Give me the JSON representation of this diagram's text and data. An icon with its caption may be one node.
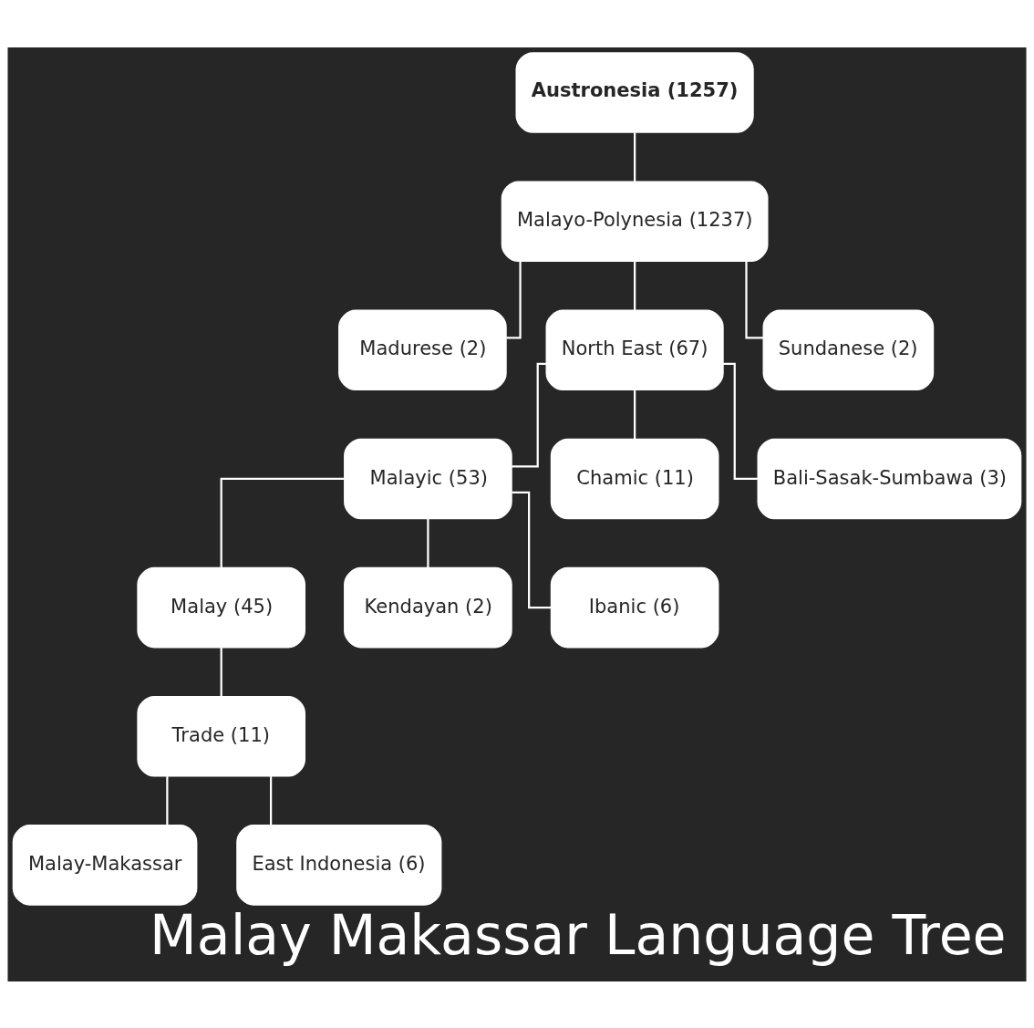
{
  "diagram": {
    "title": "Malay Makassar Language Tree",
    "nodes": [
      {
        "text": [
          "Austronesia (1257)"
        ]
      },
      {
        "text": [
          "Malayo-Polynesia (1237)"
        ]
      },
      {
        "text": [
          "Madurese (2)"
        ]
      },
      {
        "text": [
          "North East (67)"
        ]
      },
      {
        "text": [
          "Sundanese (2)"
        ]
      },
      {
        "text": [
          "Malayic (53)"
        ]
      },
      {
        "text": [
          "Chamic (11)"
        ]
      },
      {
        "text": [
          "Bali-Sasak-Sumbawa (3)"
        ]
      },
      {
        "text": [
          "Malay (45)"
        ]
      },
      {
        "text": [
          "Kendayan (2)"
        ]
      },
      {
        "text": [
          "Ibanic (6)"
        ]
      },
      {
        "text": [
          "Trade (11)"
        ]
      },
      {
        "text": [
          "Malay-Makassar"
        ]
      },
      {
        "text": [
          "East Indonesia (6)"
        ]
      }
    ],
    "edges": [
      {
        "from": 0,
        "to": 1,
        "arrow": "none"
      },
      {
        "from": 1,
        "to": 2,
        "arrow": "none"
      },
      {
        "from": 1,
        "to": 3,
        "arrow": "none"
      },
      {
        "from": 1,
        "to": 4,
        "arrow": "none"
      },
      {
        "from": 3,
        "to": 5,
        "arrow": "none"
      },
      {
        "from": 3,
        "to": 6,
        "arrow": "none"
      },
      {
        "from": 3,
        "to": 7,
        "arrow": "none"
      },
      {
        "from": 5,
        "to": 8,
        "arrow": "none"
      },
      {
        "from": 5,
        "to": 9,
        "arrow": "none"
      },
      {
        "from": 5,
        "to": 10,
        "arrow": "none"
      },
      {
        "from": 8,
        "to": 11,
        "arrow": "none"
      },
      {
        "from": 11,
        "to": 12,
        "arrow": "none"
      },
      {
        "from": 11,
        "to": 13,
        "arrow": "none"
      }
    ]
  }
}
